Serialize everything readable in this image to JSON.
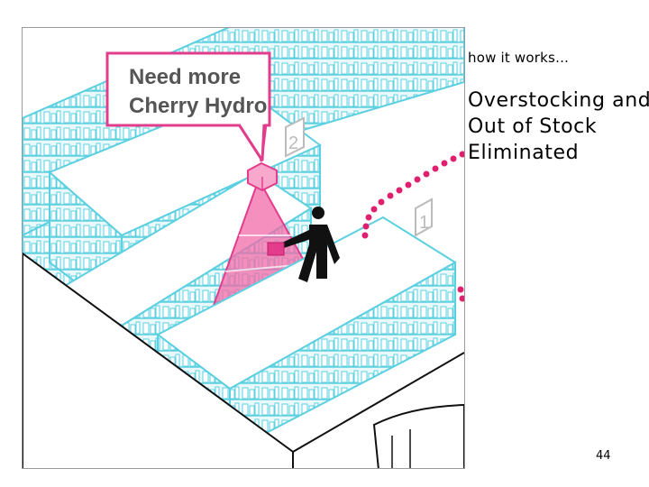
{
  "slide": {
    "intro": "how it works…",
    "headline_lines": [
      "Overstocking and",
      "Out of Stock",
      "Eliminated"
    ],
    "page_number": "44"
  },
  "illustration": {
    "callout_lines": [
      "Need more",
      "Cherry Hydro"
    ],
    "aisle_signs": [
      "2",
      "1"
    ],
    "colors": {
      "shelf": "#5cd0e0",
      "shelf_fill": "#eaf9fb",
      "accent": "#e23d8c",
      "beam": "#f26aa7",
      "dots": "#e0206f",
      "floor": "#ffffff",
      "frame": "#9a9a9a"
    }
  }
}
